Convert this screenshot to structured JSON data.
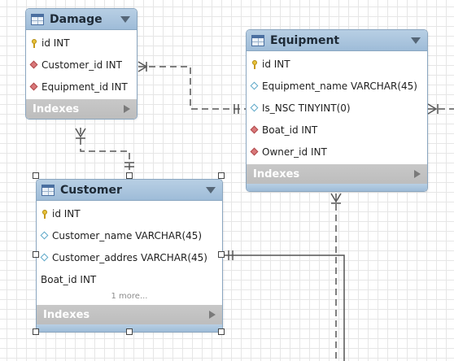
{
  "tables": {
    "damage": {
      "title": "Damage",
      "columns": [
        {
          "icon": "primary-key-icon",
          "text": "id INT"
        },
        {
          "icon": "foreign-key-icon",
          "text": "Customer_id INT"
        },
        {
          "icon": "foreign-key-icon",
          "text": "Equipment_id INT"
        }
      ],
      "indexes_label": "Indexes"
    },
    "equipment": {
      "title": "Equipment",
      "columns": [
        {
          "icon": "primary-key-icon",
          "text": "id INT"
        },
        {
          "icon": "column-icon",
          "text": "Equipment_name VARCHAR(45)"
        },
        {
          "icon": "column-icon",
          "text": "Is_NSC TINYINT(0)"
        },
        {
          "icon": "foreign-key-icon",
          "text": "Boat_id INT"
        },
        {
          "icon": "foreign-key-icon",
          "text": "Owner_id INT"
        }
      ],
      "indexes_label": "Indexes"
    },
    "customer": {
      "title": "Customer",
      "columns": [
        {
          "icon": "primary-key-icon",
          "text": "id INT"
        },
        {
          "icon": "column-icon",
          "text": "Customer_name VARCHAR(45)"
        },
        {
          "icon": "column-icon",
          "text": "Customer_addres VARCHAR(45)"
        },
        {
          "icon": "none",
          "text": "Boat_id INT"
        }
      ],
      "more_label": "1 more...",
      "indexes_label": "Indexes"
    }
  },
  "colors": {
    "header": "#a9c5de",
    "border": "#8aa6c0",
    "indexes_bar": "#c4c4c4",
    "connector": "#555555"
  }
}
